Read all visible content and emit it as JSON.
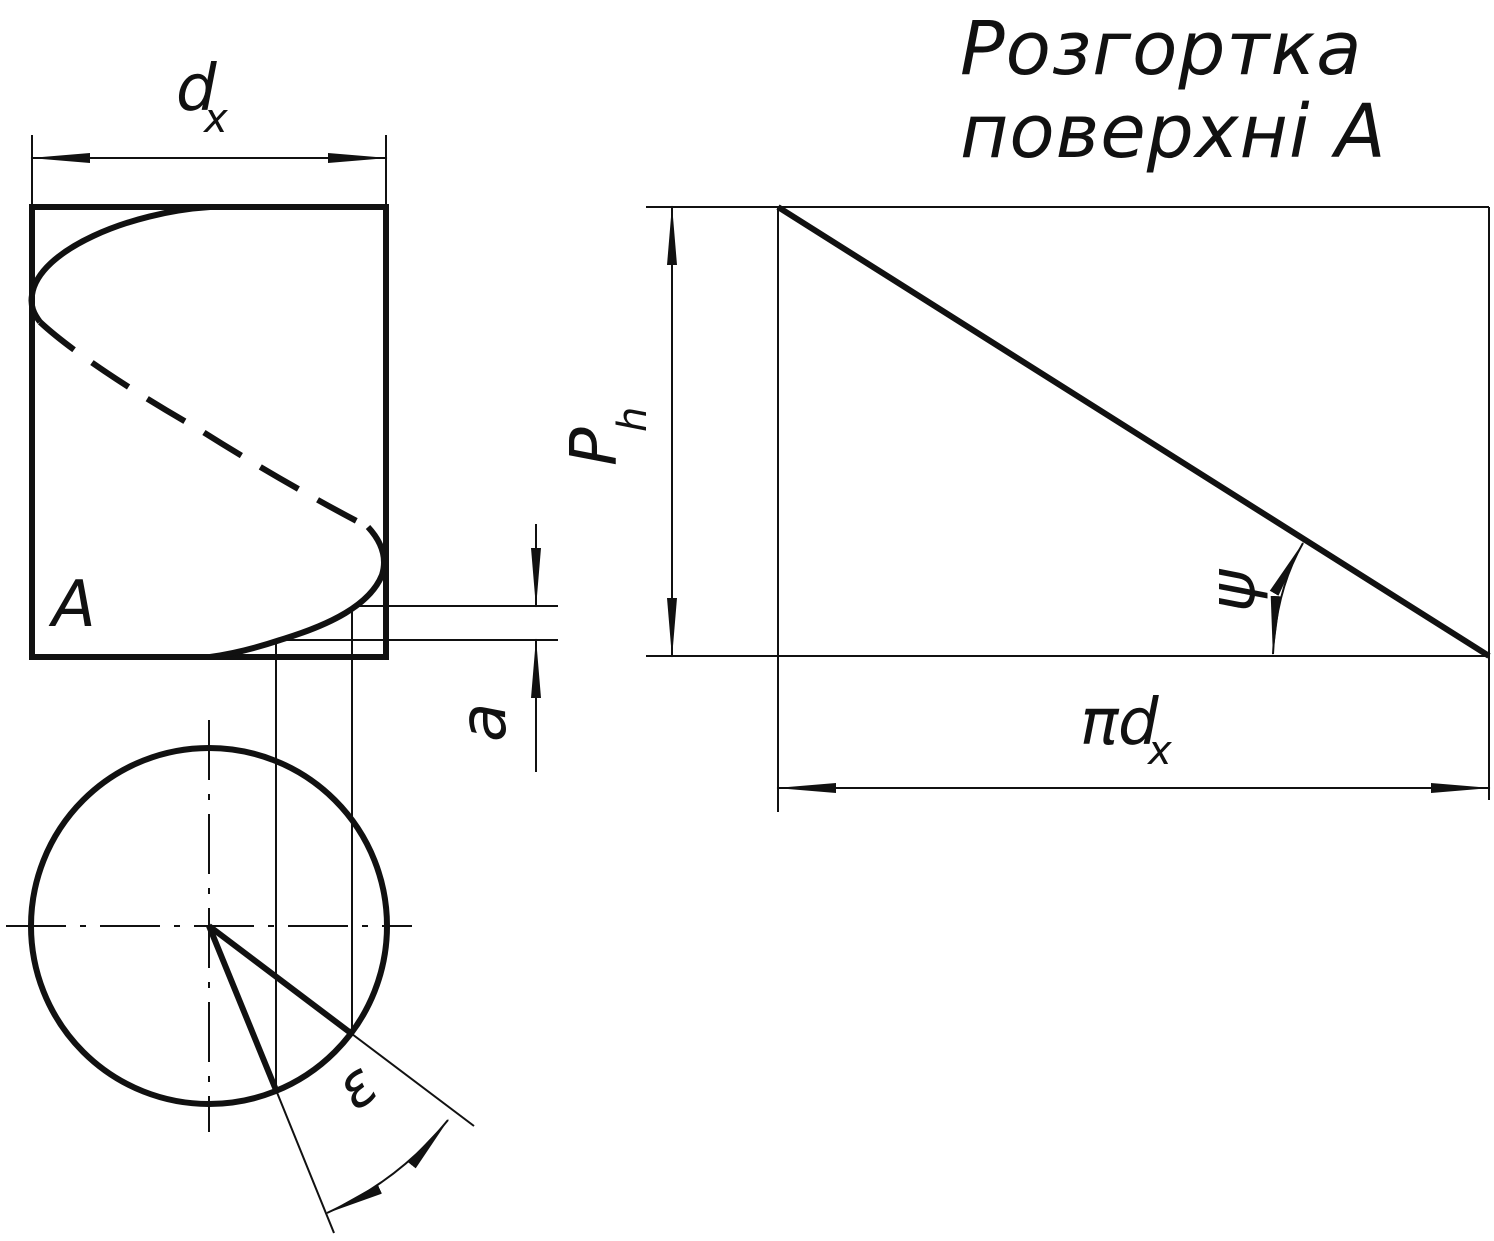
{
  "title": {
    "line1": "Розгортка",
    "line2": "поверхні А"
  },
  "labels": {
    "surface": "A",
    "diameter_main": "d",
    "diameter_sub": "x",
    "pitch_main": "P",
    "pitch_sub": "h",
    "length_pi": "π",
    "length_main": "d",
    "length_sub": "x",
    "offset": "a",
    "helix_angle": "ψ",
    "angle_eps": "ε"
  },
  "colors": {
    "ink": "#111111",
    "background": "#ffffff"
  }
}
